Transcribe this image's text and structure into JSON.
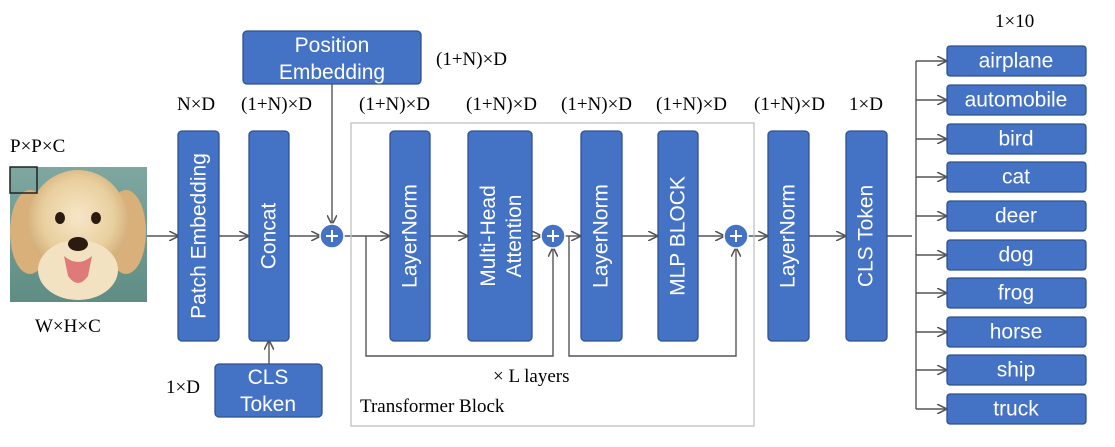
{
  "input": {
    "patch_label": "P×P×C",
    "image_label": "W×H×C",
    "image_alt": "puppy photo"
  },
  "blocks": {
    "patch_embedding": "Patch Embedding",
    "concat": "Concat",
    "position_embedding_line1": "Position",
    "position_embedding_line2": "Embedding",
    "cls_token_in_line1": "CLS",
    "cls_token_in_line2": "Token",
    "layernorm_1": "LayerNorm",
    "mha_line1": "Multi-Head",
    "mha_line2": "Attention",
    "layernorm_2": "LayerNorm",
    "mlp_block": "MLP BLOCK",
    "layernorm_final": "LayerNorm",
    "cls_token_out": "CLS Token"
  },
  "dims": {
    "patch_embedding": "N×D",
    "concat": "(1+N)×D",
    "position_embedding": "(1+N)×D",
    "cls_token_in": "1×D",
    "layernorm_1": "(1+N)×D",
    "mha": "(1+N)×D",
    "layernorm_2": "(1+N)×D",
    "mlp_block": "(1+N)×D",
    "layernorm_final": "(1+N)×D",
    "cls_token_out": "1×D",
    "output": "1×10"
  },
  "transformer": {
    "repeat_label": "× L layers",
    "block_label": "Transformer Block"
  },
  "classes": [
    "airplane",
    "automobile",
    "bird",
    "cat",
    "deer",
    "dog",
    "frog",
    "horse",
    "ship",
    "truck"
  ],
  "colors": {
    "block_fill": "#4472c4",
    "block_border": "#2f528f",
    "line": "#555555"
  }
}
